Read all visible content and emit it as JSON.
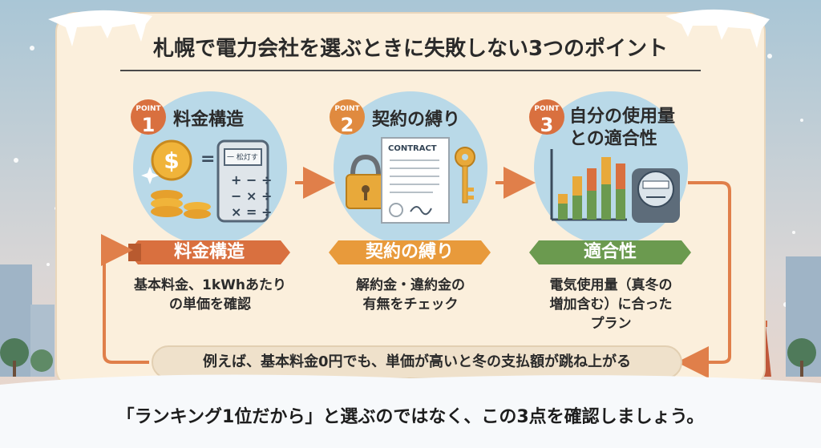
{
  "title": "札幌で電力会社を選ぶときに失敗しない3つのポイント",
  "point_tag": "POINT",
  "points": [
    {
      "num": "1",
      "heading_lines": [
        "料金構造"
      ],
      "ribbon": "料金構造",
      "desc_lines": [
        "基本料金、1kWhあたり",
        "の単価を確認"
      ],
      "color": "#d9703f"
    },
    {
      "num": "2",
      "heading_lines": [
        "契約の縛り"
      ],
      "ribbon": "契約の縛り",
      "desc_lines": [
        "解約金・違約金の",
        "有無をチェック"
      ],
      "color": "#e89a3b"
    },
    {
      "num": "3",
      "heading_lines": [
        "自分の使用量",
        "との適合性"
      ],
      "ribbon": "適合性",
      "desc_lines": [
        "電気使用量（真冬の",
        "増加含む）に合った",
        "プラン"
      ],
      "color": "#6b9a4f"
    }
  ],
  "calculator_text": "一 松灯す",
  "contract_text": "CONTRACT",
  "example": "例えば、基本料金0円でも、単価が高いと冬の支払額が跳ね上がる",
  "footer": "「ランキング1位だから」と選ぶのではなく、この3点を確認しましょう。",
  "colors": {
    "panel": "#fbefdc",
    "circle": "#b9d9e8",
    "arrow": "#e07f4a",
    "orange": "#d9703f",
    "green": "#6b9a4f"
  }
}
